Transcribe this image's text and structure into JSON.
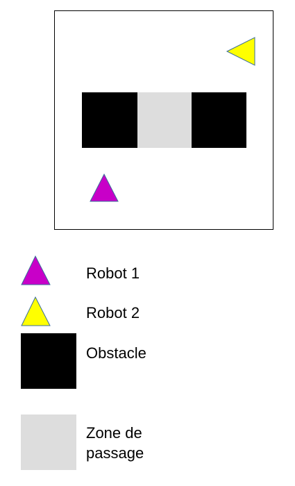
{
  "colors": {
    "robot_1": "#c800c8",
    "robot_2": "#ffff00",
    "robot_outline": "#3a6e9a",
    "obstacle": "#000000",
    "passage_zone": "#dddddd",
    "arena_border": "#000000"
  },
  "legend": {
    "robot_1": "Robot 1",
    "robot_2": "Robot 2",
    "obstacle": "Obstacle",
    "passage_zone_line1": "Zone de",
    "passage_zone_line2": "passage"
  }
}
